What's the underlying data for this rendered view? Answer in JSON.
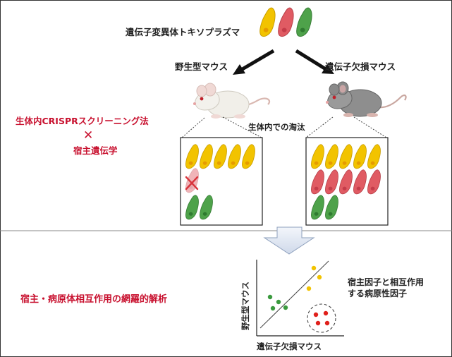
{
  "top": {
    "title": "遺伝子変異体トキソプラズマ",
    "wild_mouse_label": "野生型マウス",
    "ko_mouse_label": "遺伝子欠損マウス",
    "selection_label": "生体内での淘汰"
  },
  "left": {
    "method_line1": "生体内CRISPRスクリーニング法",
    "cross_mark": "✕",
    "method_line2": "宿主遺伝学"
  },
  "bottom": {
    "analysis_label": "宿主・病原体相互作用の網羅的解析",
    "y_axis_label": "野生型マウス",
    "x_axis_label": "遺伝子欠損マウス",
    "callout_line1": "宿主因子と相互作用",
    "callout_line2": "する病原性因子"
  },
  "colors": {
    "yellow": "#f2c300",
    "red": "#e05b63",
    "green": "#4ea24a",
    "accent_red": "#c8102e"
  }
}
